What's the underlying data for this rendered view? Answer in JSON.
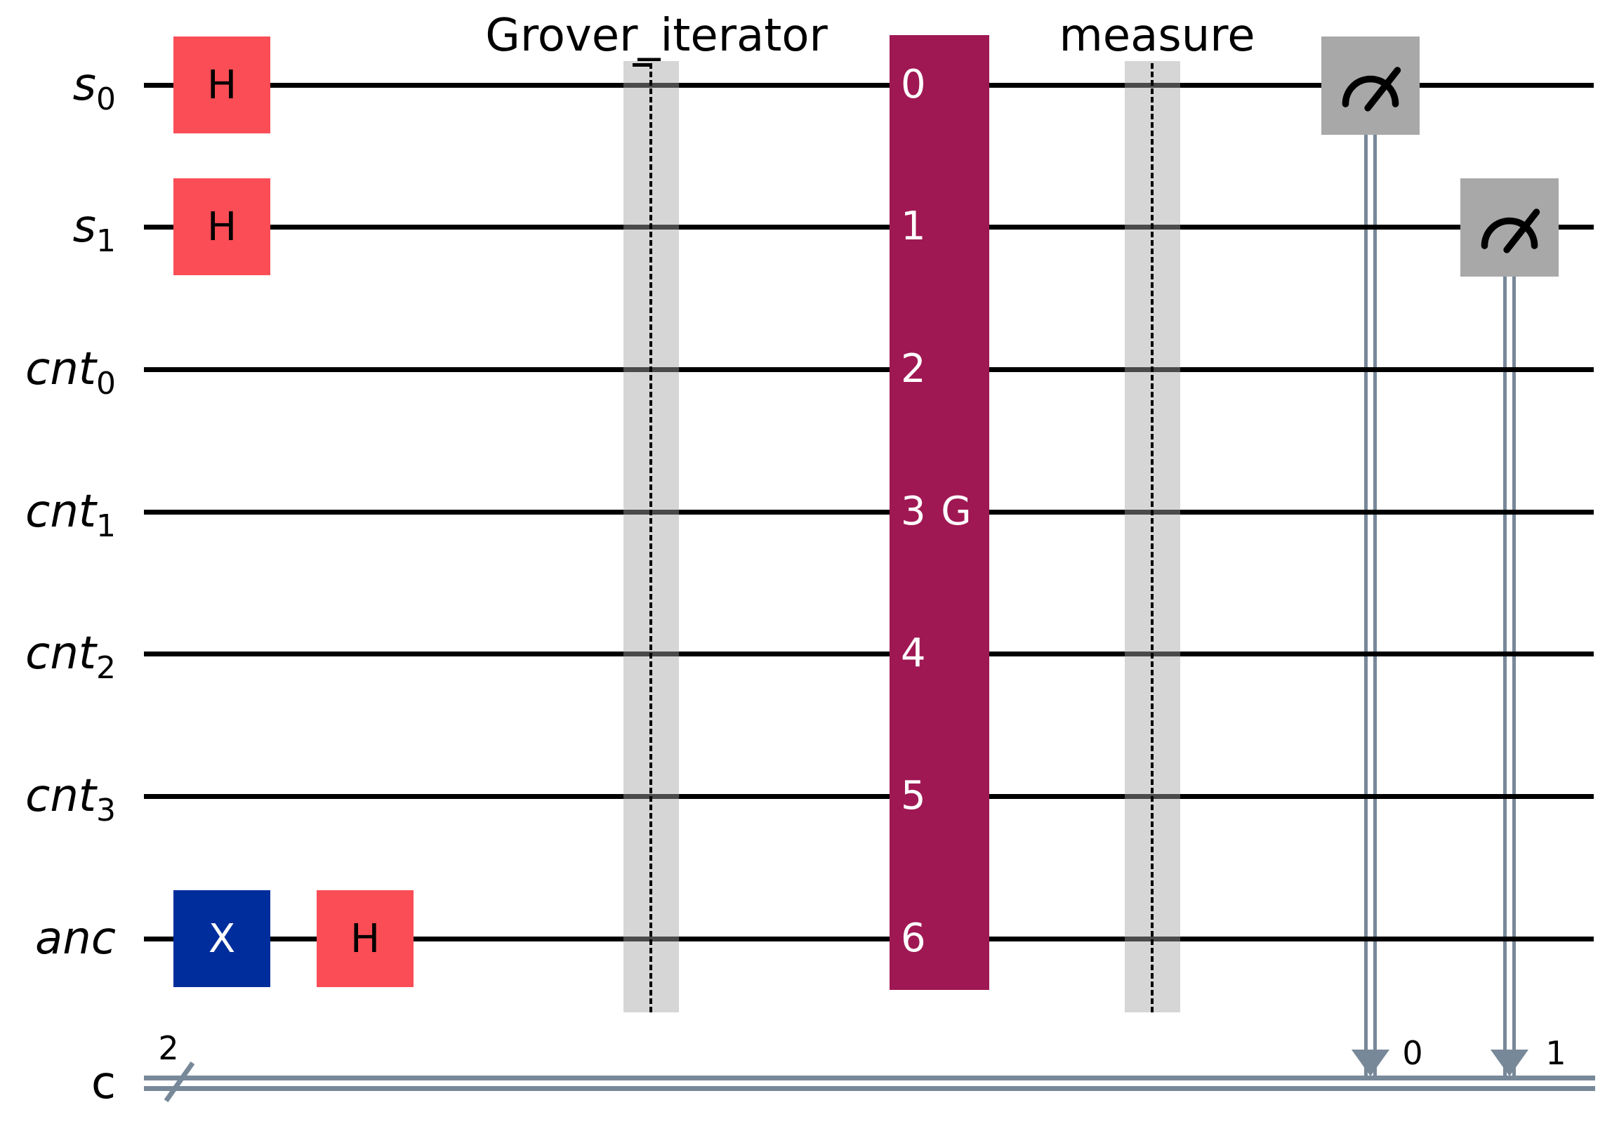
{
  "circuit": {
    "registers": {
      "quantum": [
        {
          "base": "s",
          "sub": "0"
        },
        {
          "base": "s",
          "sub": "1"
        },
        {
          "base": "cnt",
          "sub": "0"
        },
        {
          "base": "cnt",
          "sub": "1"
        },
        {
          "base": "cnt",
          "sub": "2"
        },
        {
          "base": "cnt",
          "sub": "3"
        },
        {
          "base": "anc",
          "sub": ""
        }
      ],
      "classical": {
        "base": "c",
        "size": "2"
      }
    },
    "init_gates": [
      {
        "gate": "H",
        "target": "s0"
      },
      {
        "gate": "H",
        "target": "s1"
      },
      {
        "gate": "X",
        "target": "anc"
      },
      {
        "gate": "H",
        "target": "anc"
      }
    ],
    "barriers": [
      {
        "label": "Grover_iterator"
      },
      {
        "label": "measure"
      }
    ],
    "grover_gate": {
      "name": "G",
      "qubit_indices": [
        "0",
        "1",
        "2",
        "3",
        "4",
        "5",
        "6"
      ]
    },
    "measurements": [
      {
        "qubit": "s0",
        "clbit": "0"
      },
      {
        "qubit": "s1",
        "clbit": "1"
      }
    ],
    "colors": {
      "h_gate": "#FA4D56",
      "x_gate": "#002D9C",
      "multi_qubit_gate": "#9F1853",
      "measure_gate": "#A8A8A8",
      "barrier_fill": "#BDBDBD",
      "classical_wire": "#778899",
      "quantum_wire": "#000000",
      "background": "#FFFFFF"
    }
  }
}
